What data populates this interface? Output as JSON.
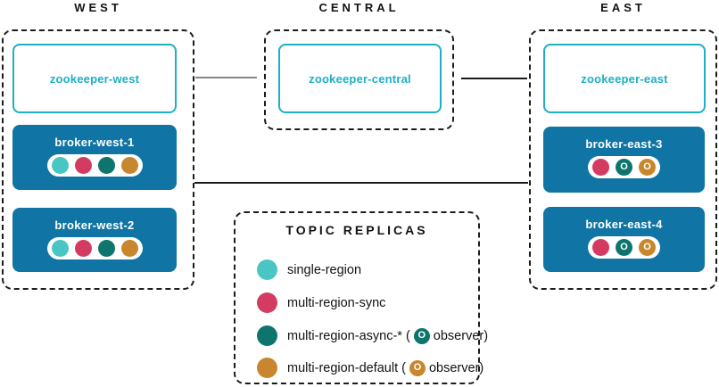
{
  "colors": {
    "cyan": "#49c5c3",
    "pink": "#d43b63",
    "teal": "#0e756d",
    "orange": "#c8872e",
    "broker_blue": "#1075a4",
    "zookeeper": "#1db0c4",
    "line_gray": "#878787",
    "line_black": "#1a1a1a"
  },
  "regions": [
    {
      "label": "WEST",
      "zookeeper": "zookeeper-west",
      "brokers": [
        {
          "name": "broker-west-1",
          "replicas": [
            {
              "type": "single-region"
            },
            {
              "type": "multi-region-sync"
            },
            {
              "type": "multi-region-async"
            },
            {
              "type": "multi-region-default"
            }
          ]
        },
        {
          "name": "broker-west-2",
          "replicas": [
            {
              "type": "single-region"
            },
            {
              "type": "multi-region-sync"
            },
            {
              "type": "multi-region-async"
            },
            {
              "type": "multi-region-default"
            }
          ]
        }
      ]
    },
    {
      "label": "CENTRAL",
      "zookeeper": "zookeeper-central",
      "brokers": []
    },
    {
      "label": "EAST",
      "zookeeper": "zookeeper-east",
      "brokers": [
        {
          "name": "broker-east-3",
          "replicas": [
            {
              "type": "multi-region-sync"
            },
            {
              "type": "multi-region-async",
              "observer": "O"
            },
            {
              "type": "multi-region-default",
              "observer": "O"
            }
          ]
        },
        {
          "name": "broker-east-4",
          "replicas": [
            {
              "type": "multi-region-sync"
            },
            {
              "type": "multi-region-async",
              "observer": "O"
            },
            {
              "type": "multi-region-default",
              "observer": "O"
            }
          ]
        }
      ]
    }
  ],
  "legend": {
    "title": "TOPIC REPLICAS",
    "items": [
      {
        "label": "single-region"
      },
      {
        "label": "multi-region-sync"
      },
      {
        "label_before": "multi-region-async-* (",
        "observer_glyph": "O",
        "label_after": "observer)"
      },
      {
        "label_before": "multi-region-default (",
        "observer_glyph": "O",
        "label_after": "observer)"
      }
    ]
  }
}
